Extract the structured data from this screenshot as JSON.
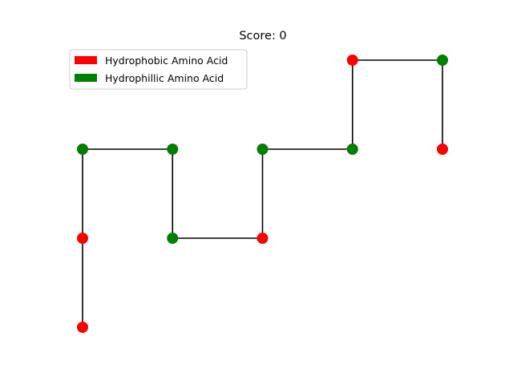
{
  "game": {
    "title": "Score: 0",
    "score": 0
  },
  "legend": {
    "items": [
      {
        "label": "Hydrophobic Amino Acid",
        "type": "hydrophobic"
      },
      {
        "label": "Hydrophillic Amino Acid",
        "type": "hydrophilic"
      }
    ]
  },
  "colors": {
    "hydrophobic": "#ff0000",
    "hydrophilic": "#008000",
    "bond": "#000000"
  },
  "chart_data": {
    "type": "scatter",
    "xlim": [
      0,
      4
    ],
    "ylim": [
      -2,
      1
    ],
    "chain": [
      {
        "x": 0,
        "y": -2,
        "type": "hydrophobic"
      },
      {
        "x": 0,
        "y": -1,
        "type": "hydrophobic"
      },
      {
        "x": 0,
        "y": 0,
        "type": "hydrophilic"
      },
      {
        "x": 1,
        "y": 0,
        "type": "hydrophilic"
      },
      {
        "x": 1,
        "y": -1,
        "type": "hydrophilic"
      },
      {
        "x": 2,
        "y": -1,
        "type": "hydrophobic"
      },
      {
        "x": 2,
        "y": 0,
        "type": "hydrophilic"
      },
      {
        "x": 3,
        "y": 0,
        "type": "hydrophilic"
      },
      {
        "x": 3,
        "y": 1,
        "type": "hydrophobic"
      },
      {
        "x": 4,
        "y": 1,
        "type": "hydrophilic"
      },
      {
        "x": 4,
        "y": 0,
        "type": "hydrophobic"
      }
    ]
  }
}
